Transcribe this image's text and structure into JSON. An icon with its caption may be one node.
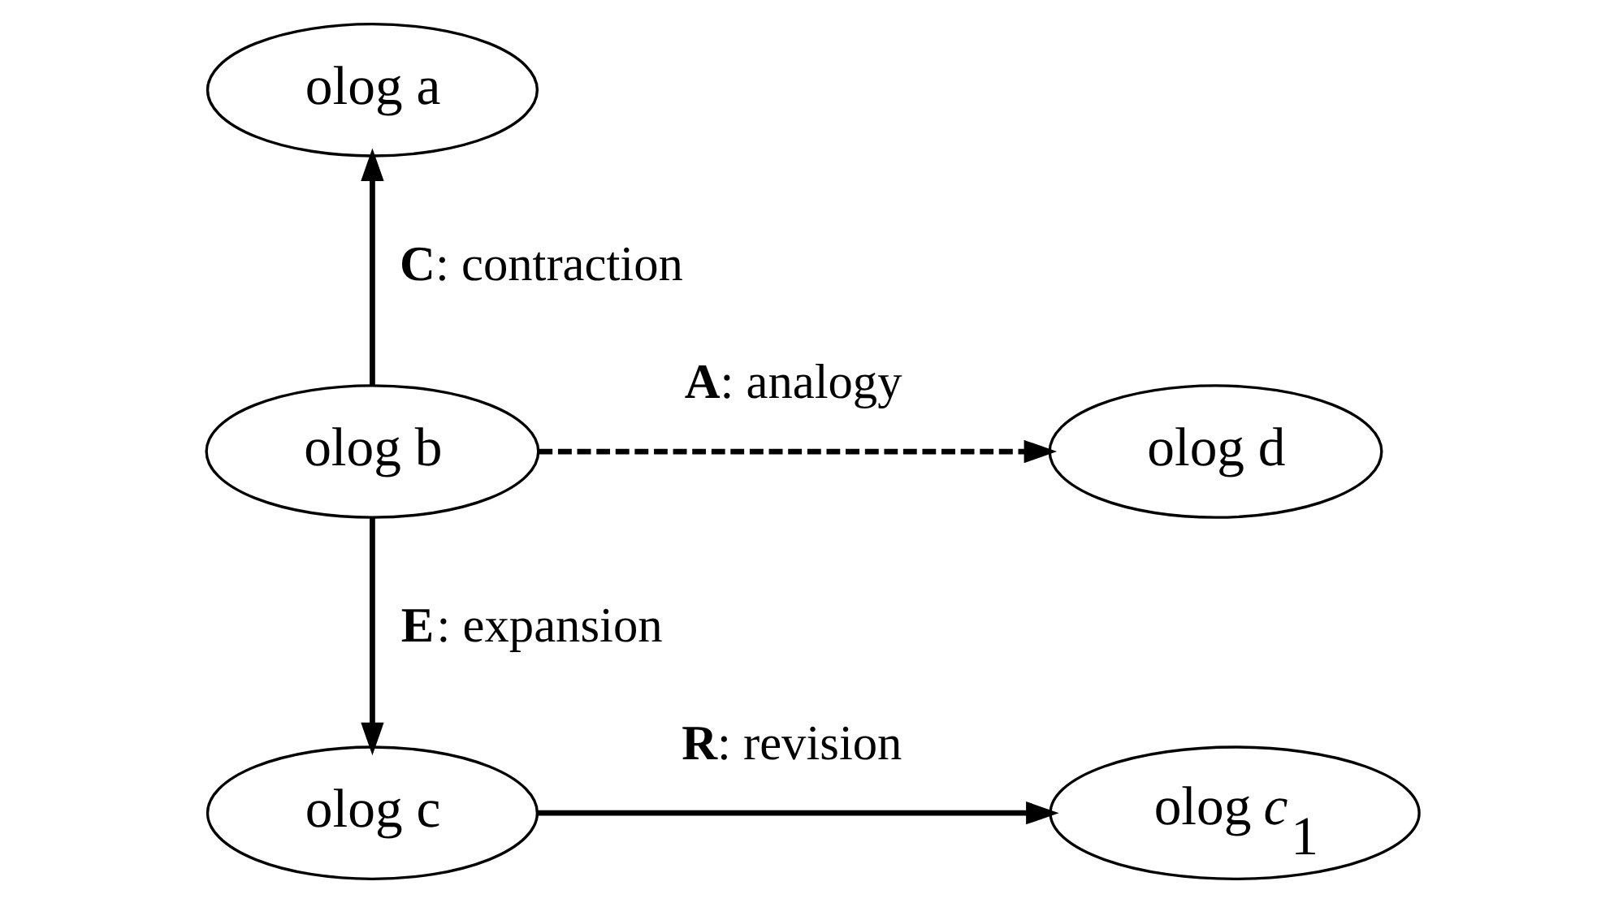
{
  "diagram": {
    "nodes": [
      {
        "text": [
          "olog a"
        ]
      },
      {
        "text": [
          "olog b"
        ]
      },
      {
        "text": [
          "olog d"
        ]
      },
      {
        "text": [
          "olog c"
        ]
      },
      {
        "text": [
          "olog *c*$_{1}$"
        ]
      }
    ],
    "edges": [
      {
        "from": 1,
        "to": 0,
        "arrow": "to",
        "label": "**C**: contraction"
      },
      {
        "from": 1,
        "to": 2,
        "arrow": "to",
        "label": "**A**: analogy",
        "style": "dashed"
      },
      {
        "from": 1,
        "to": 3,
        "arrow": "to",
        "label": "**E**: expansion"
      },
      {
        "from": 3,
        "to": 4,
        "arrow": "to",
        "label": "**R**: revision"
      }
    ]
  }
}
